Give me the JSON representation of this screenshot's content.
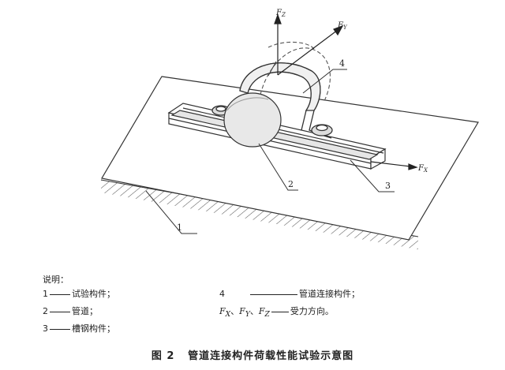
{
  "figure": {
    "labels": {
      "fz": "F",
      "fz_sub": "Z",
      "fy": "F",
      "fy_sub": "Y",
      "fx": "F",
      "fx_sub": "X",
      "callout_1": "1",
      "callout_2": "2",
      "callout_3": "3",
      "callout_4": "4"
    }
  },
  "legend": {
    "title": "说明：",
    "items": [
      {
        "num": "1",
        "text": "试验构件；"
      },
      {
        "num": "2",
        "text": "管道；"
      },
      {
        "num": "3",
        "text": "槽钢构件；"
      },
      {
        "num": "4",
        "text": "管道连接构件；"
      },
      {
        "num": "FX、FY、FZ",
        "text": "受力方向。"
      }
    ],
    "forces": {
      "f1": "F",
      "s1": "X",
      "sep1": "、",
      "f2": "F",
      "s2": "Y",
      "sep2": "、",
      "f3": "F",
      "s3": "Z"
    }
  },
  "caption": {
    "fig_no": "图 2",
    "title": "管道连接构件荷载性能试验示意图"
  }
}
